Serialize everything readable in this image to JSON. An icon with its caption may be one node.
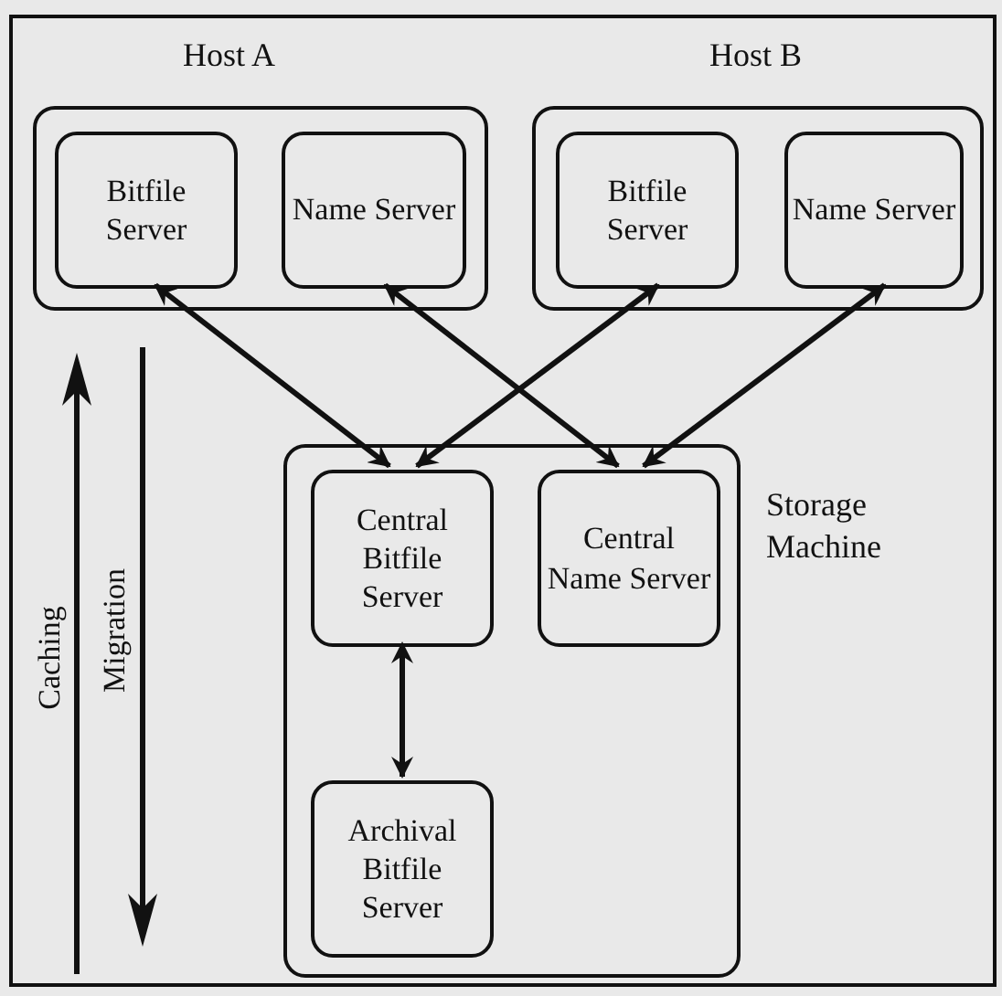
{
  "diagram": {
    "nodes": [
      {
        "text": [
          "Host A"
        ]
      },
      {
        "text": [
          "Bitfile Server"
        ],
        "in": 0
      },
      {
        "text": [
          "Name Server"
        ],
        "in": 0
      },
      {
        "text": [
          "Host B"
        ]
      },
      {
        "text": [
          "Bitfile Server"
        ],
        "in": 3
      },
      {
        "text": [
          "Name Server"
        ],
        "in": 3
      },
      {
        "text": [
          "Storage Machine"
        ]
      },
      {
        "text": [
          "Central Bitfile Server"
        ],
        "in": 6
      },
      {
        "text": [
          "Central Name Server"
        ],
        "in": 6
      },
      {
        "text": [
          "Archival Bitfile Server"
        ],
        "in": 6
      }
    ],
    "edges": [
      {
        "from": 1,
        "to": 7,
        "arrow": "both"
      },
      {
        "from": 2,
        "to": 8,
        "arrow": "both"
      },
      {
        "from": 4,
        "to": 7,
        "arrow": "both"
      },
      {
        "from": 5,
        "to": 8,
        "arrow": "both"
      },
      {
        "from": 7,
        "to": 9,
        "arrow": "both"
      }
    ],
    "labels": [
      "Caching",
      "Migration"
    ]
  }
}
